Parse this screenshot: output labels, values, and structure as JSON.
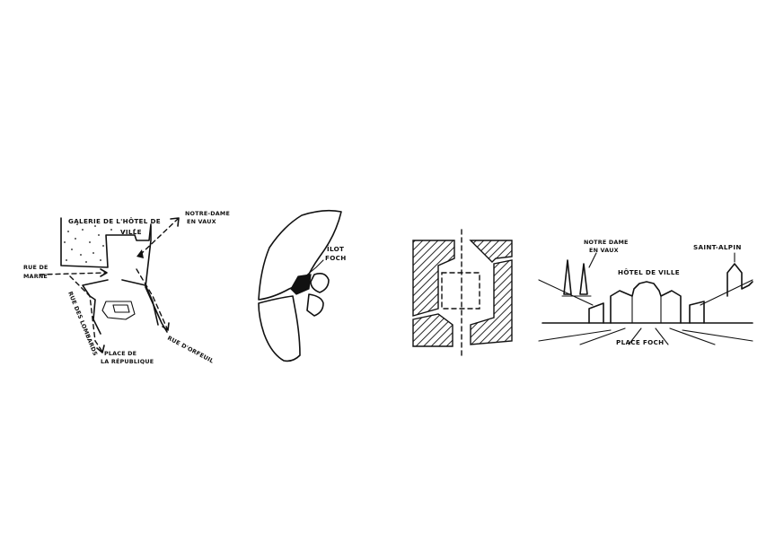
{
  "sketch1": {
    "galerie_line1": "GALERIE DE L'HÔTEL DE",
    "galerie_line2": "VILLE",
    "notre_dame_line1": "NOTRE-DAME",
    "notre_dame_line2": "EN VAUX",
    "rue_marne_line1": "RUE DE",
    "rue_marne_line2": "MARNE",
    "rue_lombards": "RUE DES LOMBARDS",
    "rue_orfeuil": "RUE D'ORFEUIL",
    "place_rep_line1": "PLACE DE",
    "place_rep_line2": "LA RÉPUBLIQUE"
  },
  "sketch2": {
    "ilot_line1": "ÎLOT",
    "ilot_line2": "FOCH"
  },
  "sketch4": {
    "notre_dame_line1": "NOTRE DAME",
    "notre_dame_line2": "EN VAUX",
    "hotel_de_ville": "HÔTEL DE VILLE",
    "saint_alpin": "SAINT-ALPIN",
    "place_foch": "PLACE FOCH"
  }
}
